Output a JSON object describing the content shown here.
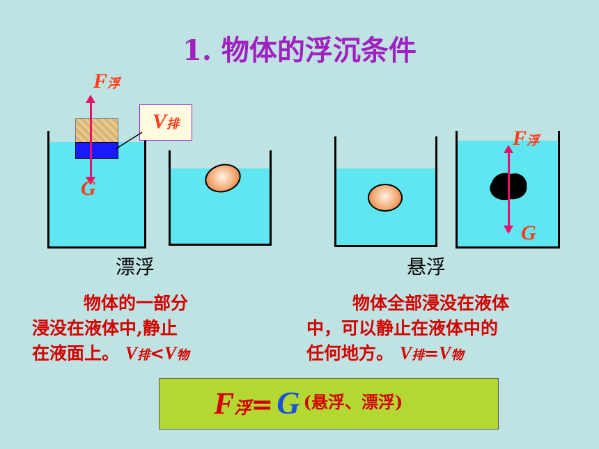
{
  "title": "1. 物体的浮沉条件",
  "labels": {
    "f_main": "F",
    "f_sub": "浮",
    "v_main": "V",
    "v_sub": "排",
    "g": "G"
  },
  "captions": {
    "float": "漂浮",
    "suspend": "悬浮"
  },
  "left_desc": {
    "line1": "物体的一部分",
    "line2": "浸没在液体中,静止",
    "line3": "在液面上。",
    "v1": "V",
    "s1": "排",
    "op": "<",
    "v2": "V",
    "s2": "物"
  },
  "right_desc": {
    "line1": "物体全部浸没在液体",
    "line2": "中，可以静止在液体中的",
    "line3": "任何地方。",
    "v1": "V",
    "s1": "排",
    "op": "=",
    "v2": "V",
    "s2": "物"
  },
  "formula": {
    "f": "F",
    "f_sub": "浮",
    "eq": "=",
    "g": "G",
    "note": "(悬浮、漂浮)"
  },
  "colors": {
    "background": "#bfe3e2",
    "water": "#5fe6f0",
    "title": "#a020c0",
    "text_red": "#d40000",
    "arrow": "#e8106a",
    "formula_box": "#b4d832"
  }
}
